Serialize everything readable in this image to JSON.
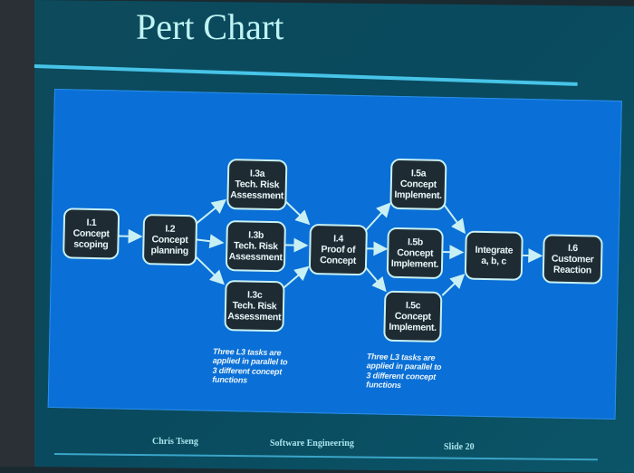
{
  "slide": {
    "title": "Pert Chart",
    "footer": {
      "author": "Chris Tseng",
      "course": "Software Engineering",
      "slide_number": "Slide  20"
    }
  },
  "diagram": {
    "nodes": [
      {
        "id": "1.1",
        "lines": [
          "I.1",
          "Concept",
          "scoping"
        ]
      },
      {
        "id": "1.2",
        "lines": [
          "I.2",
          "Concept",
          "planning"
        ]
      },
      {
        "id": "1.3a",
        "lines": [
          "I.3a",
          "Tech. Risk",
          "Assessment"
        ]
      },
      {
        "id": "1.3b",
        "lines": [
          "I.3b",
          "Tech. Risk",
          "Assessment"
        ]
      },
      {
        "id": "1.3c",
        "lines": [
          "I.3c",
          "Tech. Risk",
          "Assessment"
        ]
      },
      {
        "id": "1.4",
        "lines": [
          "I.4",
          "Proof of",
          "Concept"
        ]
      },
      {
        "id": "1.5a",
        "lines": [
          "I.5a",
          "Concept",
          "Implement."
        ]
      },
      {
        "id": "1.5b",
        "lines": [
          "I.5b",
          "Concept",
          "Implement."
        ]
      },
      {
        "id": "1.5c",
        "lines": [
          "I.5c",
          "Concept",
          "Implement."
        ]
      },
      {
        "id": "integrate",
        "lines": [
          "Integrate",
          "a, b, c"
        ]
      },
      {
        "id": "1.6",
        "lines": [
          "I.6",
          "Customer",
          "Reaction"
        ]
      }
    ],
    "edges": [
      [
        "1.1",
        "1.2"
      ],
      [
        "1.2",
        "1.3a"
      ],
      [
        "1.2",
        "1.3b"
      ],
      [
        "1.2",
        "1.3c"
      ],
      [
        "1.3a",
        "1.4"
      ],
      [
        "1.3b",
        "1.4"
      ],
      [
        "1.3c",
        "1.4"
      ],
      [
        "1.4",
        "1.5a"
      ],
      [
        "1.4",
        "1.5b"
      ],
      [
        "1.4",
        "1.5c"
      ],
      [
        "1.5a",
        "integrate"
      ],
      [
        "1.5b",
        "integrate"
      ],
      [
        "1.5c",
        "integrate"
      ],
      [
        "integrate",
        "1.6"
      ]
    ],
    "notes": [
      {
        "lines": [
          "Three L3 tasks are",
          "applied in parallel to",
          "3 different concept",
          "functions"
        ]
      },
      {
        "lines": [
          "Three L3 tasks are",
          "applied in parallel to",
          "3 different concept",
          "functions"
        ]
      }
    ]
  },
  "colors": {
    "background": "#0a4a5e",
    "diagram_bg": "#0a6fd6",
    "node_fill": "#1f2b33",
    "node_border": "#c8f0f4",
    "title_text": "#bff4f4"
  }
}
